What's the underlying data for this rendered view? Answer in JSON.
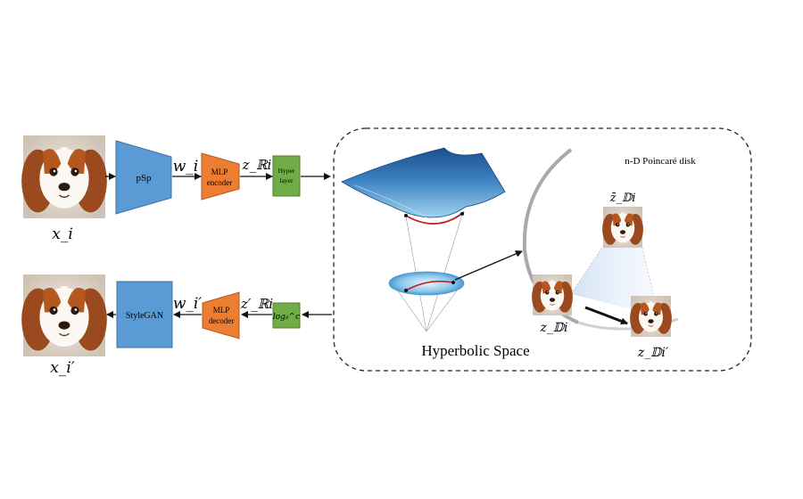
{
  "top_row": {
    "input_image_label": "x_i",
    "encoder_label": "pSp",
    "w_label": "w_i",
    "mlp_encoder_line1": "MLP",
    "mlp_encoder_line2": "encoder",
    "z_r_label": "z_ℝi",
    "hyper_layer_line1": "Hyper",
    "hyper_layer_line2": "layer"
  },
  "bottom_row": {
    "output_image_label": "x_i′",
    "generator_label": "StyleGAN",
    "w_prime_label": "w_i′",
    "mlp_decoder_line1": "MLP",
    "mlp_decoder_line2": "decoder",
    "z_r_prime_label": "z′_ℝi",
    "log_label": "log₀^c"
  },
  "hyperbolic_panel": {
    "caption": "Hyperbolic Space",
    "disk_title": "n-D Poincaré disk",
    "z_bar_label": "z̄_𝔻i",
    "z_d_label": "z_𝔻i",
    "z_d_prime_label": "z_𝔻i′"
  },
  "colors": {
    "encoder_blue": "#5b9bd5",
    "mlp_orange": "#ed7d31",
    "hyper_green": "#70ad47",
    "surface_blue": "#2f6fb0",
    "curve_red": "#c0202a"
  }
}
